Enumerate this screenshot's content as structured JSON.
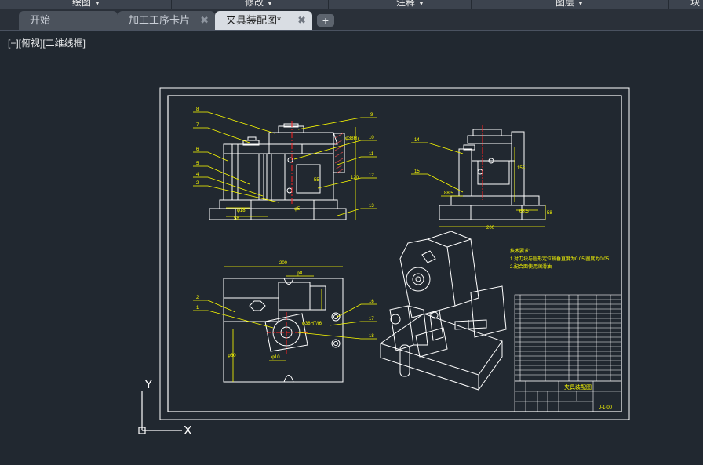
{
  "ribbon": {
    "panels": [
      {
        "label": "绘图",
        "caret": "▼"
      },
      {
        "label": "修改",
        "caret": "▼"
      },
      {
        "label": "注释",
        "caret": "▼"
      },
      {
        "label": "图层",
        "caret": "▼"
      },
      {
        "label": "块"
      }
    ]
  },
  "tabs": [
    {
      "label": "开始"
    },
    {
      "label": "加工工序卡片",
      "close": "✖"
    },
    {
      "label": "夹具装配图*",
      "close": "✖",
      "active": true
    }
  ],
  "new_tab": "+",
  "viewport": {
    "label": "[−][俯视][二维线框]"
  },
  "drawing": {
    "title_block_title": "夹具装配图",
    "drawing_number": "J-1-00",
    "tech_requirements": [
      "技术要求:",
      "1.对刀块与圆形定位销垂直度为0.05,圆度为0.05",
      "2.配合面使用润滑油"
    ],
    "balloons": [
      "9",
      "8",
      "7",
      "10",
      "6",
      "11",
      "5",
      "12",
      "4",
      "2",
      "13",
      "14",
      "15",
      "2",
      "1",
      "16",
      "17",
      "18"
    ],
    "dims": {
      "d1": "φ18",
      "d2": "58",
      "d3": "φ38H7",
      "d4": "55",
      "d5": "120",
      "d6": "φ5",
      "d7": "155",
      "d8": "200",
      "d9": "φ38H7/f6",
      "d10": "φ8",
      "d11": "φ30",
      "d12": "88.5",
      "d13": "58",
      "d14": "68.5",
      "d15": "200",
      "d16": "φ10"
    }
  },
  "ucs": {
    "x": "X",
    "y": "Y"
  },
  "colors": {
    "background": "#212830",
    "geometry": "#ffffff",
    "annotation": "#ffff00",
    "center_line": "#ff2020",
    "hatch": "#ff5050"
  }
}
